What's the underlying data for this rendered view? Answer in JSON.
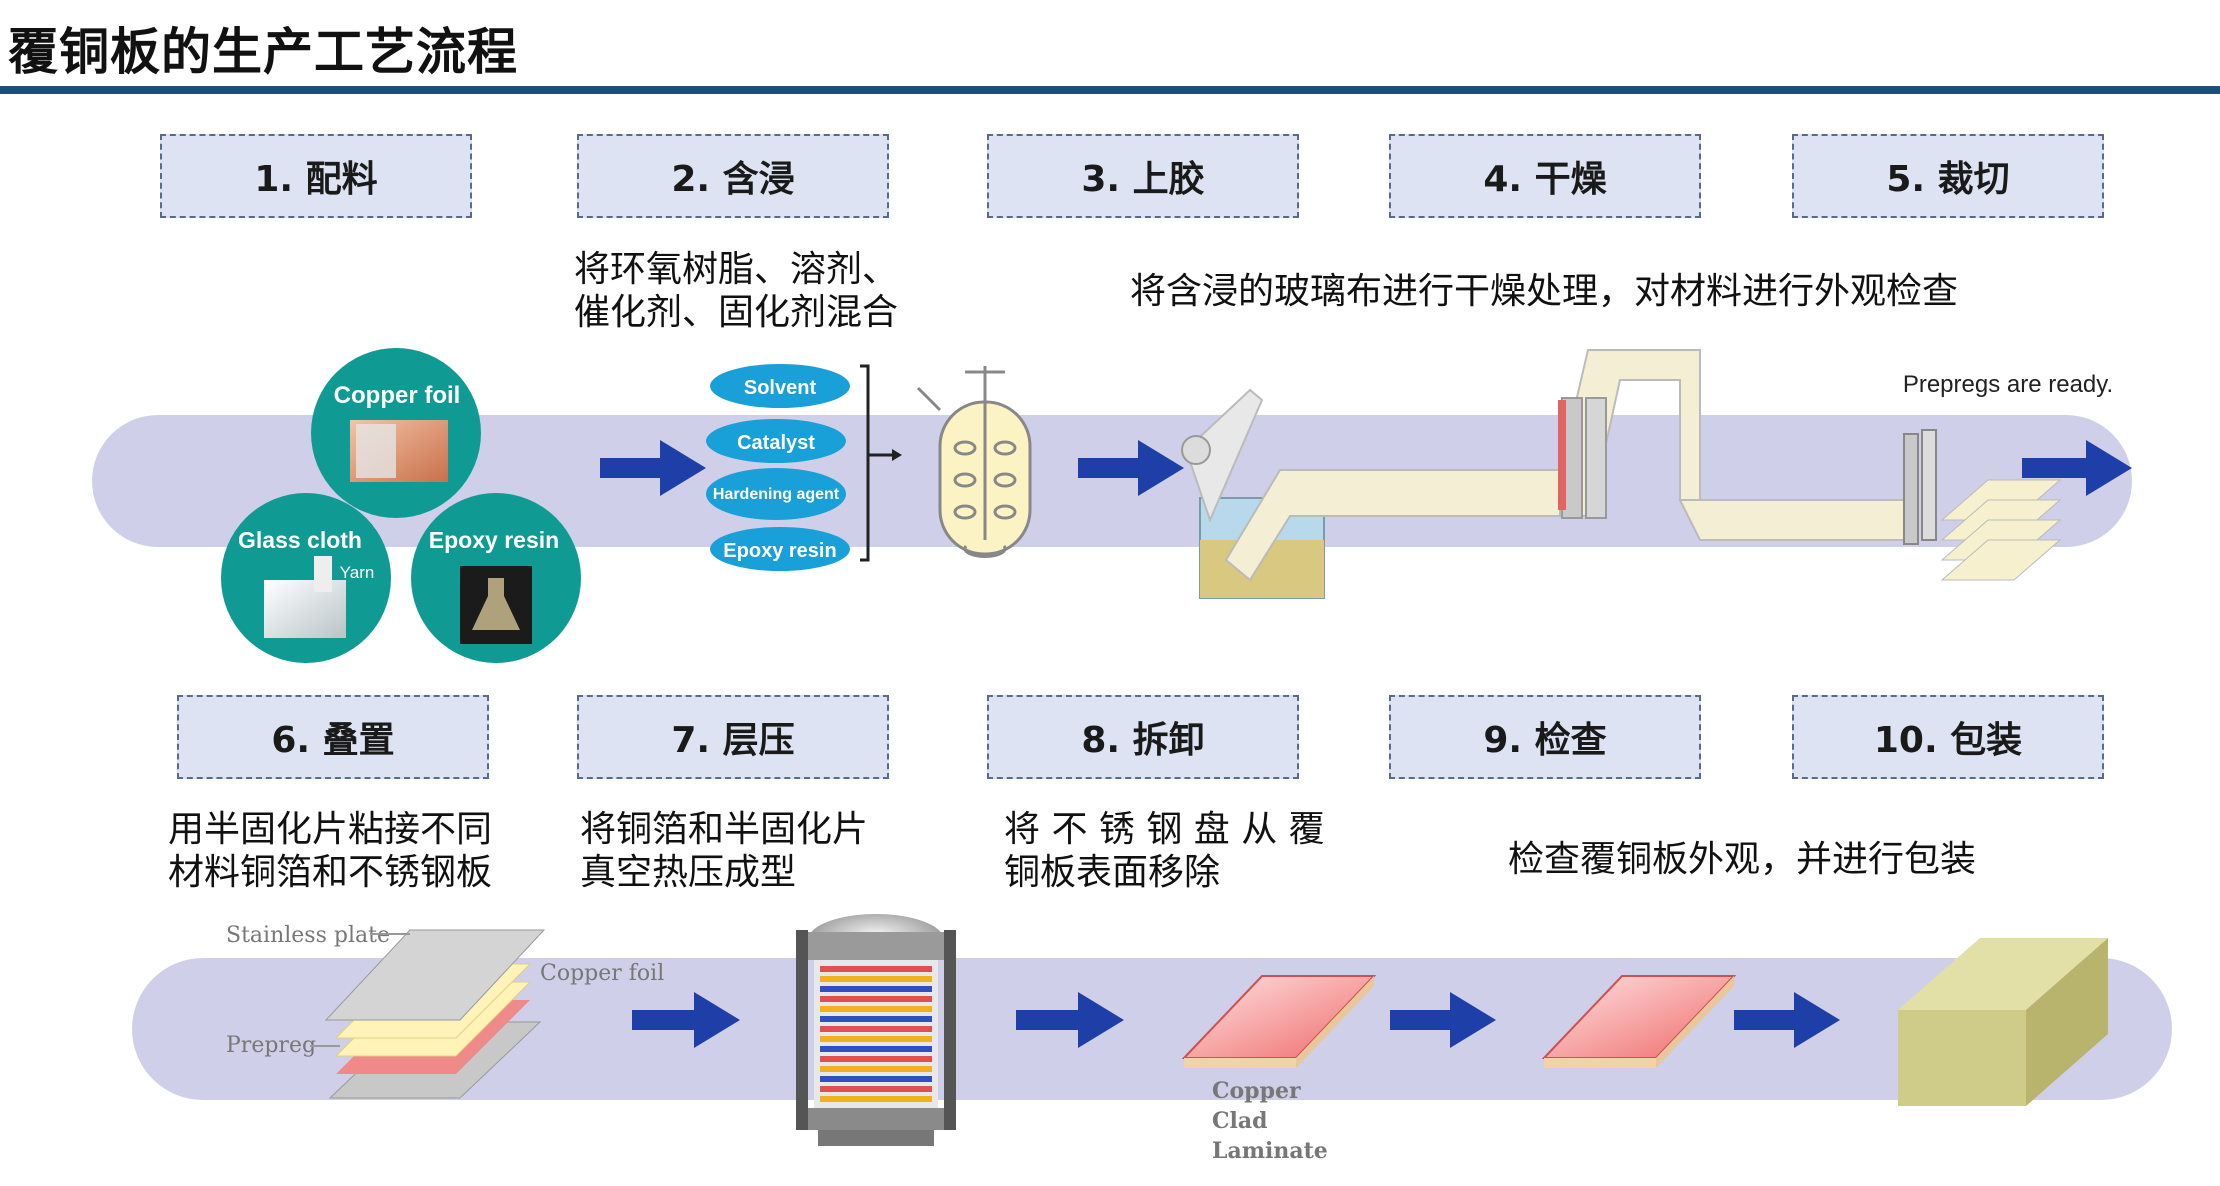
{
  "title": "覆铜板的生产工艺流程",
  "steps": [
    {
      "label": "1. 配料"
    },
    {
      "label": "2. 含浸"
    },
    {
      "label": "3. 上胶"
    },
    {
      "label": "4. 干燥"
    },
    {
      "label": "5. 裁切"
    },
    {
      "label": "6. 叠置"
    },
    {
      "label": "7. 层压"
    },
    {
      "label": "8. 拆卸"
    },
    {
      "label": "9. 检查"
    },
    {
      "label": "10. 包装"
    }
  ],
  "descriptions": {
    "impregnate_1": "将环氧树脂、溶剂、",
    "impregnate_2": "催化剂、固化剂混合",
    "drying": "将含浸的玻璃布进行干燥处理，对材料进行外观检查",
    "stack_1": "用半固化片粘接不同",
    "stack_2": "材料铜箔和不锈钢板",
    "press_1": "将铜箔和半固化片",
    "press_2": "真空热压成型",
    "remove_1": "将 不 锈 钢 盘 从 覆",
    "remove_2": "铜板表面移除",
    "pack": "检查覆铜板外观，并进行包装"
  },
  "materials": {
    "copper_foil": "Copper foil",
    "glass_cloth": "Glass cloth",
    "yarn": "Yarn",
    "epoxy_resin": "Epoxy resin"
  },
  "ingredients": [
    "Solvent",
    "Catalyst",
    "Hardening agent",
    "Epoxy resin"
  ],
  "prepreg_note": "Prepregs are ready.",
  "stack_labels": {
    "stainless": "Stainless plate",
    "copper": "Copper foil",
    "prepreg": "Prepreg"
  },
  "ccl_label": [
    "Copper",
    "Clad",
    "Laminate"
  ],
  "colors": {
    "band": "#cfcfe9",
    "arrow": "#1f3fa8",
    "teal": "#0f9a94",
    "ingredient": "#1aa0d8",
    "rule": "#1f4e79"
  }
}
